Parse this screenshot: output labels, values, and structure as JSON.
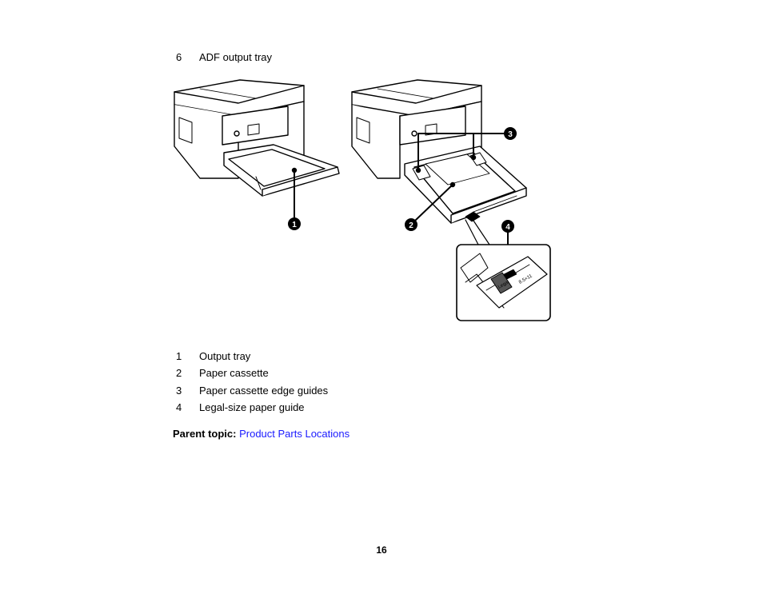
{
  "prev_item": {
    "number": "6",
    "label": "ADF output tray"
  },
  "callouts": [
    "1",
    "2",
    "3",
    "4"
  ],
  "detail_labels": {
    "l1": "Legal",
    "l2": "8.5×11"
  },
  "items": [
    {
      "number": "1",
      "label": "Output tray"
    },
    {
      "number": "2",
      "label": "Paper cassette"
    },
    {
      "number": "3",
      "label": "Paper cassette edge guides"
    },
    {
      "number": "4",
      "label": "Legal-size paper guide"
    }
  ],
  "parent_topic": {
    "label": "Parent topic:",
    "link": "Product Parts Locations",
    "link_color": "#1a1aff"
  },
  "page_number": "16"
}
